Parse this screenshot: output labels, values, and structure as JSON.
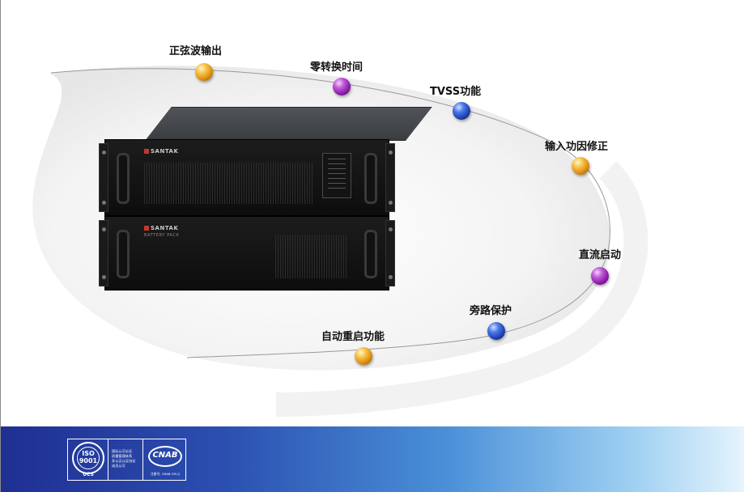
{
  "features": [
    {
      "label": "正弦波输出",
      "dot_color": "gold"
    },
    {
      "label": "零转换时间",
      "dot_color": "purple"
    },
    {
      "label": "TVSS功能",
      "dot_color": "blue"
    },
    {
      "label": "输入功因修正",
      "dot_color": "gold"
    },
    {
      "label": "直流启动",
      "dot_color": "purple"
    },
    {
      "label": "旁路保护",
      "dot_color": "blue"
    },
    {
      "label": "自动重启功能",
      "dot_color": "gold"
    }
  ],
  "product": {
    "brand": "SANTAK",
    "battery_pack_label": "BATTERY PACK"
  },
  "footer": {
    "iso": {
      "top": "ISO",
      "mid": "9001",
      "bottom": "UCS"
    },
    "cert_text": [
      "国际认可论证",
      "质量管理体系",
      "多认证认证协议",
      "成员认可"
    ],
    "cnab": {
      "logo": "CNAB",
      "sub": "注册号: CNAB CM-Q"
    }
  },
  "colors": {
    "gold": "#e0a020",
    "purple": "#9a2bb8",
    "blue": "#2548c0",
    "footer_start": "#1f2f92",
    "footer_end": "#e6f4fd"
  }
}
